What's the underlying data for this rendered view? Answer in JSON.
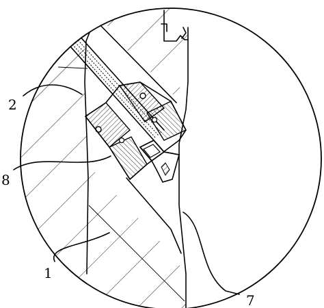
{
  "labels": {
    "label_1": "1",
    "label_2": "2",
    "label_7": "7",
    "label_8": "8"
  }
}
